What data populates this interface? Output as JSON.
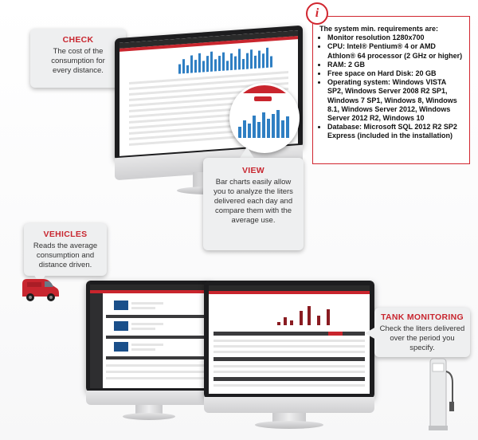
{
  "check": {
    "title": "CHECK",
    "text": "The cost of the consumption for every distance."
  },
  "view": {
    "title": "VIEW",
    "text": "Bar charts easily allow you to analyze the liters delivered each day and compare them with the average use."
  },
  "vehicles": {
    "title": "VEHICLES",
    "text": "Reads the average consumption and distance driven."
  },
  "tank": {
    "title": "TANK MONITORING",
    "text": "Check the liters delivered over the period you specify."
  },
  "requirements": {
    "icon": "info-icon",
    "heading": "The system min. requirements are:",
    "items": [
      "Monitor resolution 1280x700",
      "CPU: Intel® Pentium® 4 or AMD Athlon® 64 processor (2 GHz or higher)",
      "RAM: 2 GB",
      "Free space on Hard Disk: 20 GB",
      "Operating system: Windows VISTA SP2, Windows Server 2008 R2 SP1, Windows 7 SP1, Windows 8, Windows 8.1, Windows Server 2012, Windows Server 2012 R2, Windows 10",
      "Database: Microsoft SQL 2012 R2 SP2 Express (included in the installation)"
    ]
  },
  "colors": {
    "accent": "#c9252d",
    "bars": "#2f7fc3"
  },
  "icons": [
    "info-icon",
    "red-van-image",
    "fuel-dispenser-image"
  ]
}
